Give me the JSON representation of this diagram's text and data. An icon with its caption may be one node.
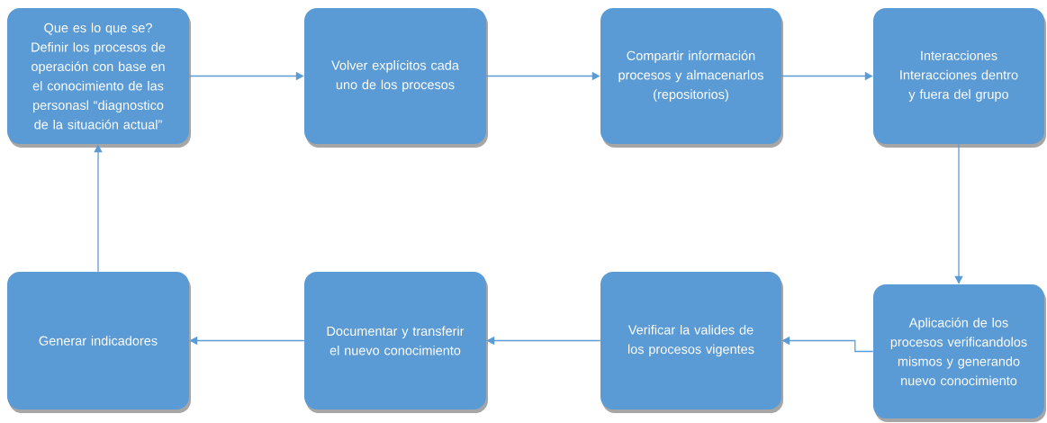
{
  "diagram": {
    "nodes": [
      {
        "text": [
          "Que es lo que se? Definir los procesos de operación con base en el conocimiento de las personasl “diagnostico de la situación actual”"
        ]
      },
      {
        "text": [
          "Volver explícitos cada uno de los procesos"
        ]
      },
      {
        "text": [
          "Compartir información procesos y almacenarlos (repositorios)"
        ]
      },
      {
        "text": [
          "Interacciones Interacciones dentro y fuera del grupo"
        ]
      },
      {
        "text": [
          "Aplicación de los procesos verificandolos mismos y generando nuevo conocimiento"
        ]
      },
      {
        "text": [
          "Verificar la valides de los procesos vigentes"
        ]
      },
      {
        "text": [
          "Documentar y transferir el nuevo conocimiento"
        ]
      },
      {
        "text": [
          "Generar indicadores"
        ]
      }
    ],
    "edges": [
      {
        "from": 0,
        "to": 1,
        "arrow": "to"
      },
      {
        "from": 1,
        "to": 2,
        "arrow": "to"
      },
      {
        "from": 2,
        "to": 3,
        "arrow": "to"
      },
      {
        "from": 3,
        "to": 4,
        "arrow": "to"
      },
      {
        "from": 4,
        "to": 5,
        "arrow": "to"
      },
      {
        "from": 5,
        "to": 6,
        "arrow": "to"
      },
      {
        "from": 6,
        "to": 7,
        "arrow": "to"
      },
      {
        "from": 7,
        "to": 0,
        "arrow": "to"
      }
    ]
  }
}
